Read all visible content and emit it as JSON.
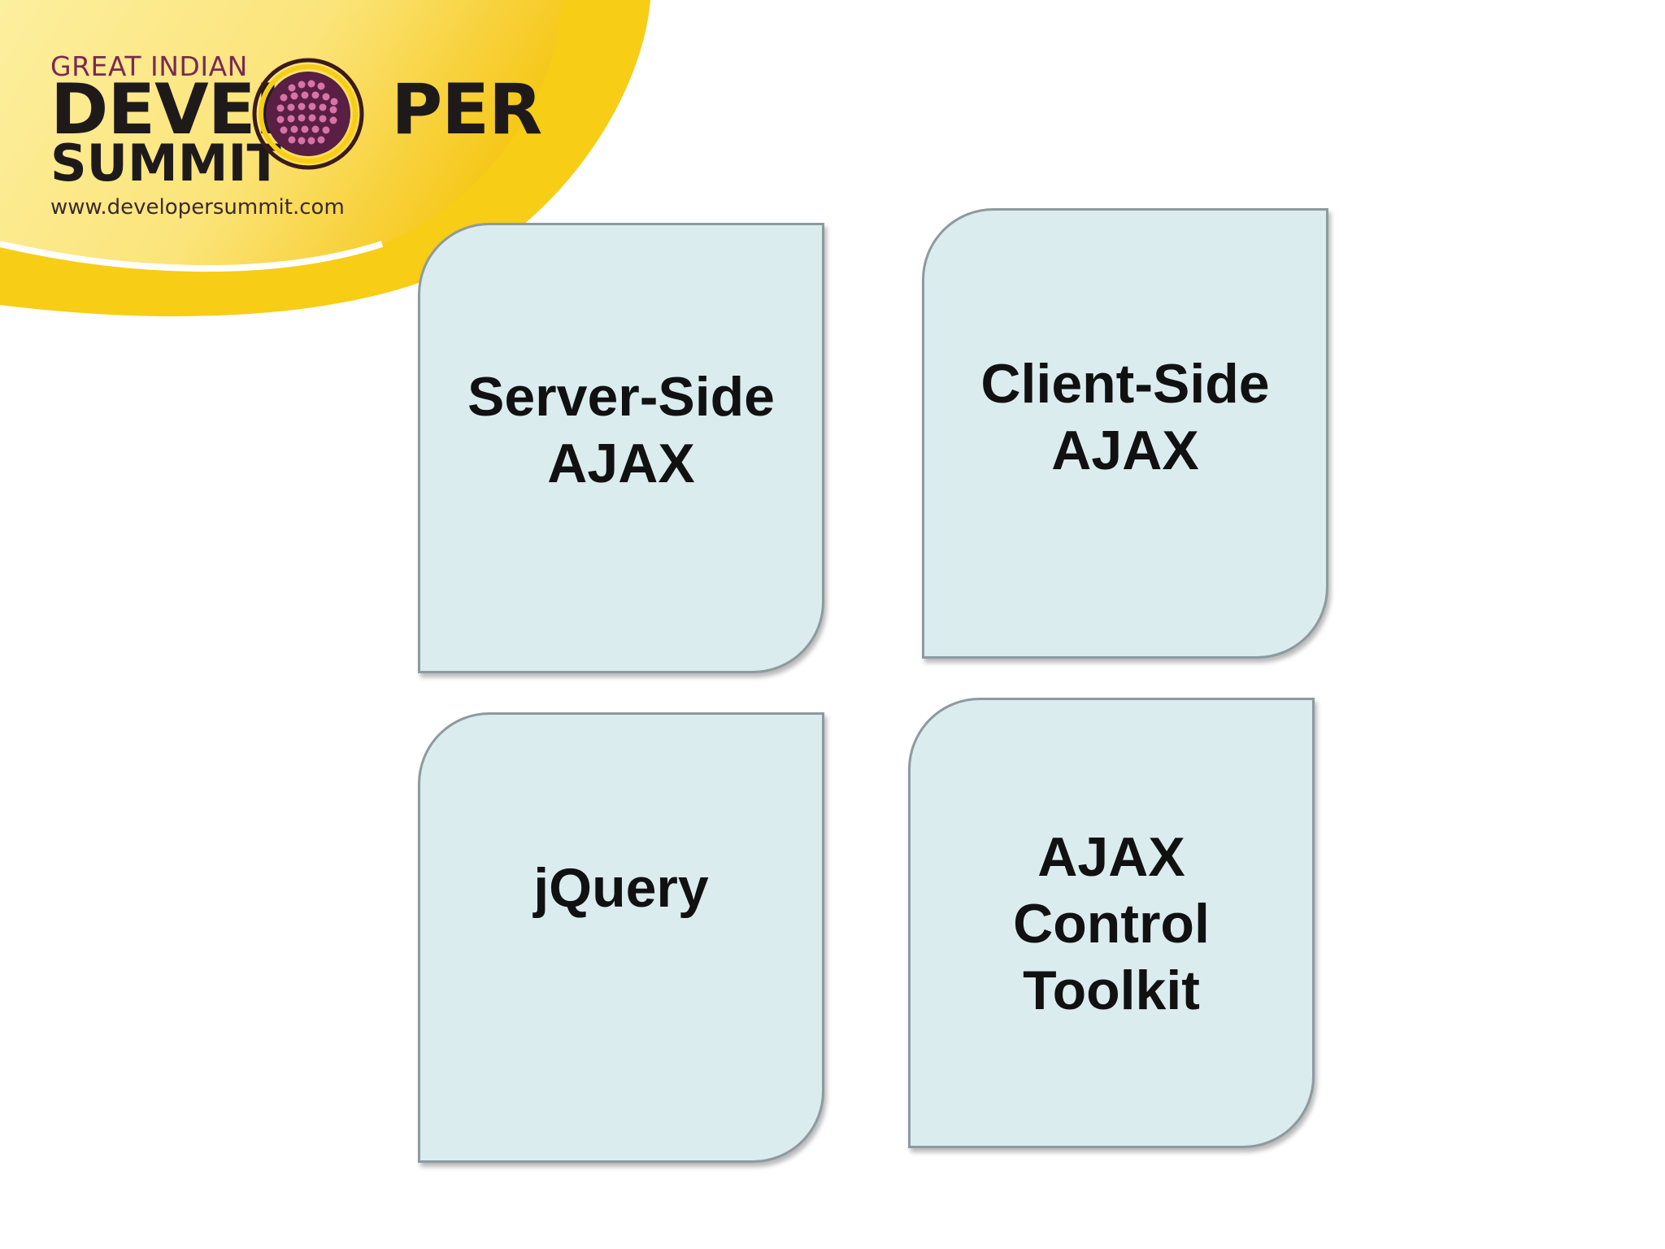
{
  "branding": {
    "line_top": "GREAT INDIAN",
    "line1_left": "DEVEL",
    "line1_right": "PER",
    "line2": "SUMMIT",
    "url": "www.developersummit.com",
    "colors": {
      "banner_yellow": "#f7cf1c",
      "banner_pale": "#fbe67c",
      "maroon": "#7a2a52",
      "globe": "#9a2f7a"
    }
  },
  "diagram": {
    "card_fill": "#dbecef",
    "card_border": "#8d9aa0",
    "cards": [
      {
        "label": "Server-Side\nAJAX"
      },
      {
        "label": "Client-Side\nAJAX"
      },
      {
        "label": "jQuery"
      },
      {
        "label": "AJAX\nControl\nToolkit"
      }
    ]
  }
}
